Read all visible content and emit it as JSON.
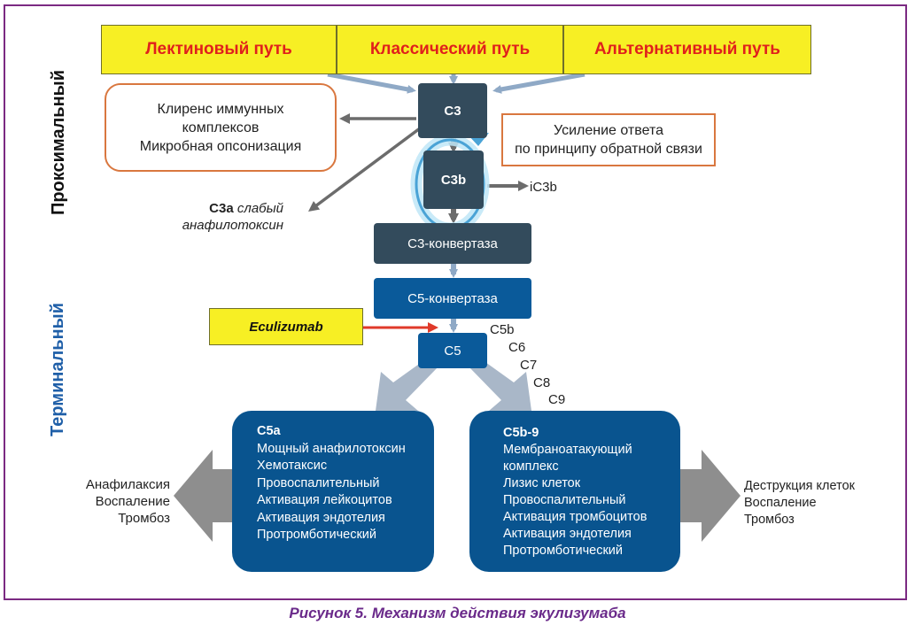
{
  "pathways": [
    {
      "label": "Лектиновый путь"
    },
    {
      "label": "Классический путь"
    },
    {
      "label": "Альтернативный путь"
    }
  ],
  "side_labels": {
    "proximal": "Проксимальный",
    "terminal": "Терминальный"
  },
  "clearance_box": {
    "line1": "Клиренс иммунных",
    "line2": "комплексов",
    "line3": "Микробная опсонизация"
  },
  "feedback_box": {
    "line1": "Усиление ответа",
    "line2": "по принципу обратной связи"
  },
  "c3a": {
    "name": "C3a",
    "desc1": "слабый",
    "desc2": "анафилотоксин"
  },
  "nodes": {
    "c3": "C3",
    "c3b": "C3b",
    "ic3b": "iC3b",
    "c3_convertase": "C3-конвертаза",
    "c5_convertase": "C5-конвертаза",
    "c5": "C5"
  },
  "eculizumab": "Eculizumab",
  "terminal_components": [
    "C5b",
    "C6",
    "C7",
    "C8",
    "C9"
  ],
  "c5a_box": {
    "title": "C5a",
    "items": [
      "Мощный анафилотоксин",
      "Хемотаксис",
      "Провоспалительный",
      "Активация лейкоцитов",
      "Активация эндотелия",
      "Протромботический"
    ]
  },
  "c5b9_box": {
    "title": "C5b-9",
    "items": [
      "Мембраноатакующий",
      "комплекс",
      "Лизис клеток",
      "Провоспалительный",
      "Активация тромбоцитов",
      "Активация эндотелия",
      "Протромботический"
    ]
  },
  "left_outcomes": [
    "Анафилаксия",
    "Воспаление",
    "Тромбоз"
  ],
  "right_outcomes": [
    "Деструкция клеток",
    "Воспаление",
    "Тромбоз"
  ],
  "caption": "Рисунок 5. Механизм действия экулизумаба",
  "colors": {
    "pathway_fill": "#f7ef24",
    "pathway_text": "#e0201c",
    "dark_node": "#334b5c",
    "blue_node": "#0a5a9a",
    "outline": "#d9773f",
    "frame": "#7b2a82",
    "terminal_label": "#1f5fa8",
    "inhibitor_arrow": "#e03a2a"
  }
}
